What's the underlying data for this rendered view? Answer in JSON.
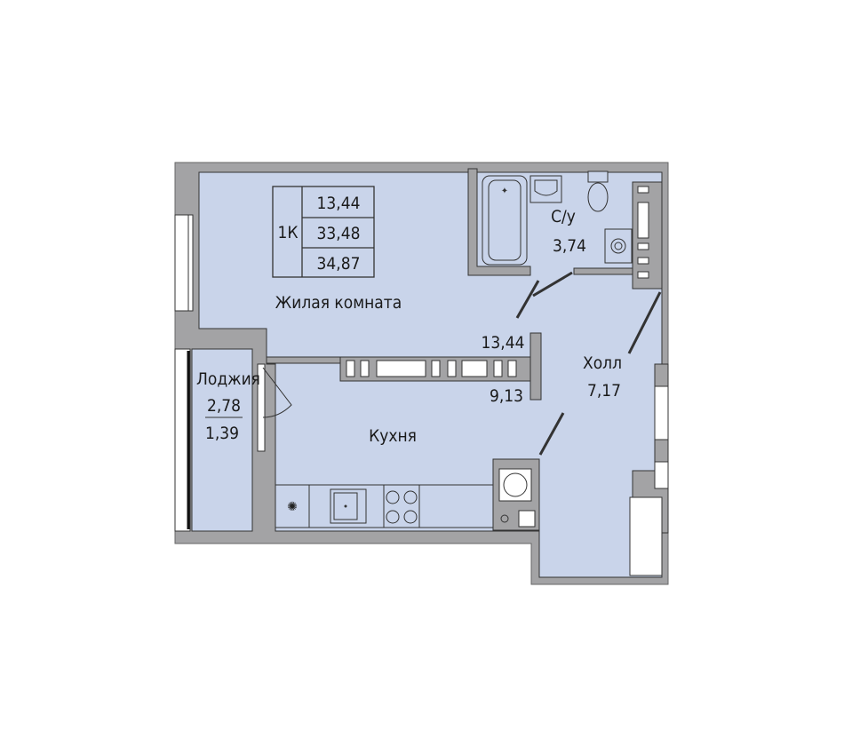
{
  "plan": {
    "summary": {
      "type": "1К",
      "living_area": "13,44",
      "total_area": "33,48",
      "total_with_loggia": "34,87"
    },
    "rooms": {
      "living": {
        "name": "Жилая комната",
        "area": "13,44"
      },
      "kitchen": {
        "name": "Кухня",
        "area": "9,13"
      },
      "bathroom": {
        "name": "С/у",
        "area": "3,74"
      },
      "hall": {
        "name": "Холл",
        "area": "7,17"
      },
      "loggia": {
        "name": "Лоджия",
        "area": "2,78",
        "reduced_area": "1,39"
      }
    },
    "colors": {
      "wall": "#a3a3a5",
      "floor": "#c9d4ea",
      "line": "#2a2a2a"
    }
  }
}
